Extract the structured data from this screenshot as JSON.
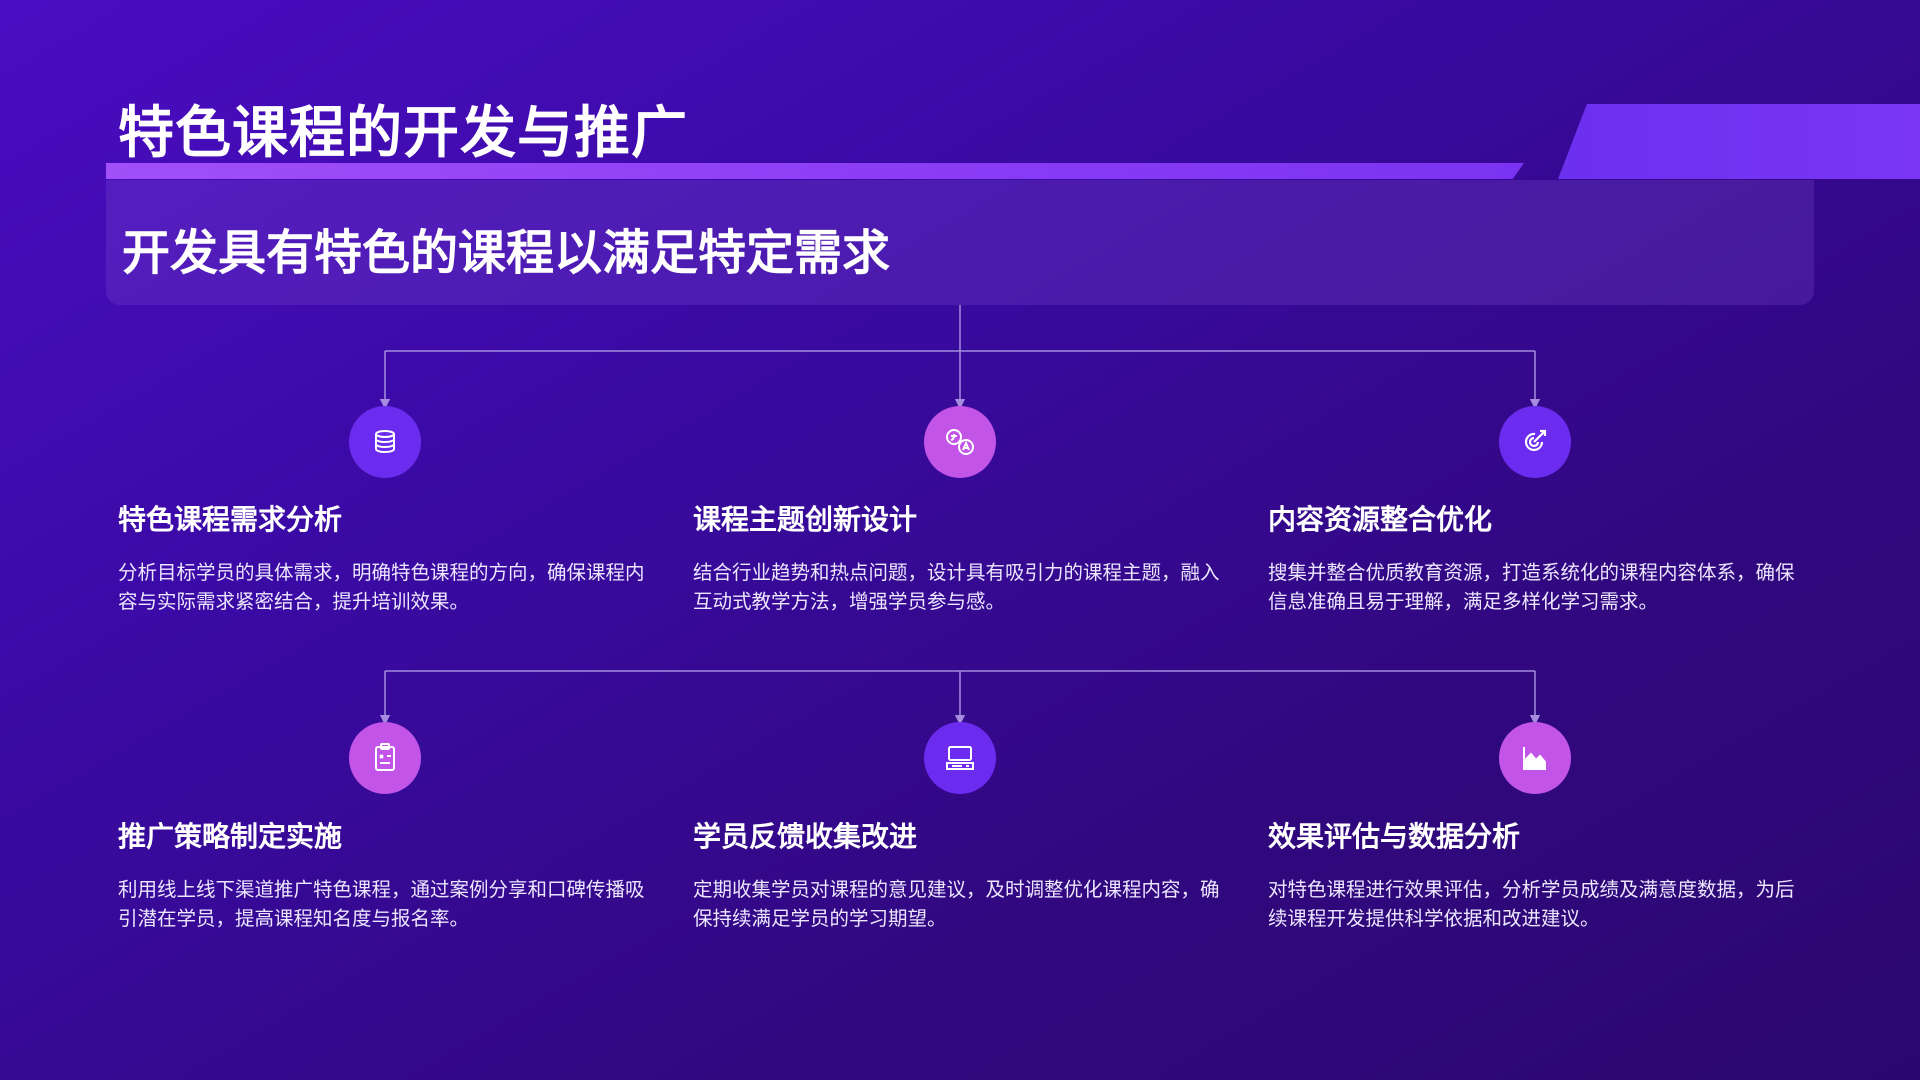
{
  "slide": {
    "title": "特色课程的开发与推广",
    "subtitle": "开发具有特色的课程以满足特定需求"
  },
  "colors": {
    "background": "#3a0aa3",
    "accent_purple": "#7a36f4",
    "circle_violet": "#6b2cf0",
    "circle_pink": "#c255e8",
    "connector": "#a58ce0"
  },
  "cards": [
    {
      "title": "特色课程需求分析",
      "description": "分析目标学员的具体需求，明确特色课程的方向，确保课程内容与实际需求紧密结合，提升培训效果。",
      "icon": "coins-stack-icon"
    },
    {
      "title": "课程主题创新设计",
      "description": "结合行业趋势和热点问题，设计具有吸引力的课程主题，融入互动式教学方法，增强学员参与感。",
      "icon": "translate-exchange-icon"
    },
    {
      "title": "内容资源整合优化",
      "description": "搜集并整合优质教育资源，打造系统化的课程内容体系，确保信息准确且易于理解，满足多样化学习需求。",
      "icon": "target-arrow-icon"
    },
    {
      "title": "推广策略制定实施",
      "description": "利用线上线下渠道推广特色课程，通过案例分享和口碑传播吸引潜在学员，提高课程知名度与报名率。",
      "icon": "clipboard-strategy-icon"
    },
    {
      "title": "学员反馈收集改进",
      "description": "定期收集学员对课程的意见建议，及时调整优化课程内容，确保持续满足学员的学习期望。",
      "icon": "computer-terminal-icon"
    },
    {
      "title": "效果评估与数据分析",
      "description": "对特色课程进行效果评估，分析学员成绩及满意度数据，为后续课程开发提供科学依据和改进建议。",
      "icon": "area-chart-icon"
    }
  ]
}
